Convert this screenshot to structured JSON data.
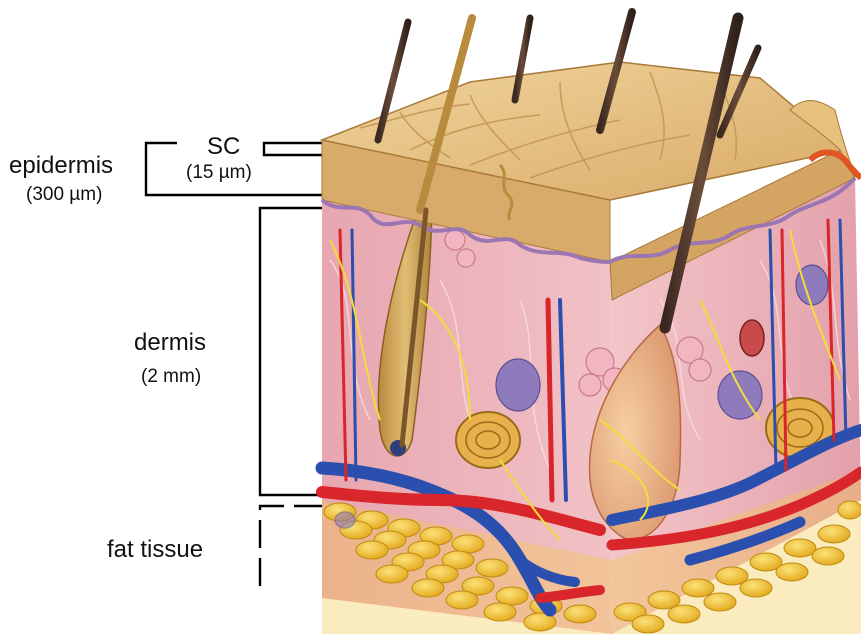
{
  "labels": {
    "epidermis": "epidermis",
    "epidermis_thickness": "(300 µm)",
    "sc": "SC",
    "sc_thickness": "(15 µm)",
    "dermis": "dermis",
    "dermis_thickness": "(2 mm)",
    "fat_tissue": "fat tissue"
  },
  "illustration": {
    "subject": "skin cross-section",
    "colors": {
      "surface": "#e2bb7e",
      "surface_edge": "#b8864a",
      "epidermis_side": "#d7a868",
      "dermis": "#eab1b8",
      "dermis_dark": "#d98f9a",
      "fat": "#f0c02a",
      "artery": "#d9262b",
      "vein": "#2a4fae",
      "nerve": "#f2dc3c",
      "hair": "#4a3428",
      "hair_shaft_follicle": "#c9a04e",
      "gland": "#e89aa8",
      "sweat_gland": "#8a78b8",
      "bracket": "#000000"
    }
  }
}
